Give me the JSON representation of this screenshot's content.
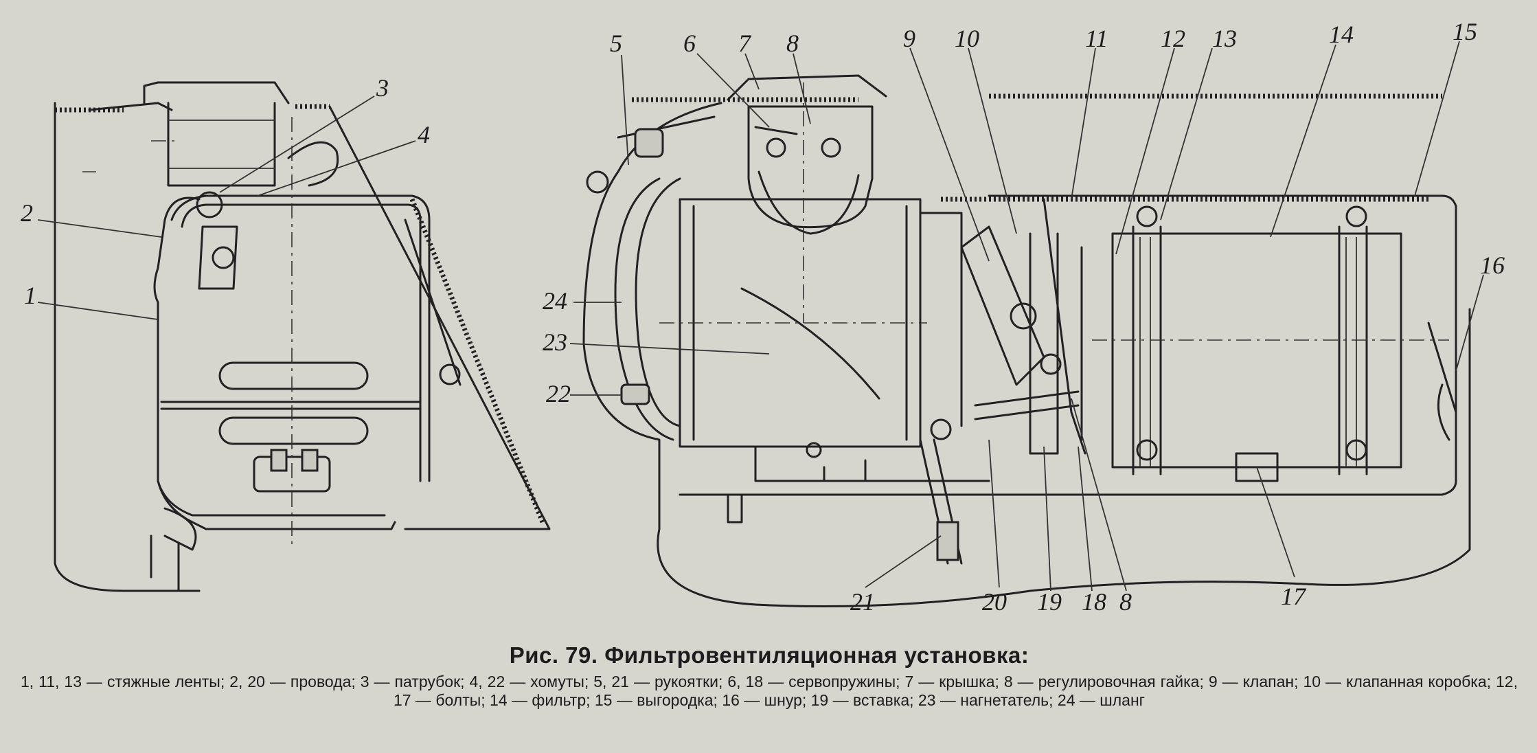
{
  "figure": {
    "callouts": [
      "1",
      "2",
      "3",
      "4",
      "5",
      "6",
      "7",
      "8",
      "9",
      "10",
      "11",
      "12",
      "13",
      "14",
      "15",
      "16",
      "17",
      "8",
      "19",
      "20",
      "21",
      "22",
      "23",
      "24",
      "18"
    ],
    "caption_title": "Рис. 79. Фильтровентиляционная установка:",
    "caption_legend": "1, 11, 13 — стяжные ленты; 2, 20 — провода; 3 — патрубок; 4, 22 — хомуты; 5, 21 — рукоятки; 6, 18 — сервопружины; 7 — крышка; 8 — регулировочная гайка; 9 — клапан; 10 — клапанная коробка; 12, 17 — болты; 14 — фильтр; 15 — выгородка; 16 — шнур; 19 — вставка; 23 — нагнетатель; 24 — шланг"
  }
}
